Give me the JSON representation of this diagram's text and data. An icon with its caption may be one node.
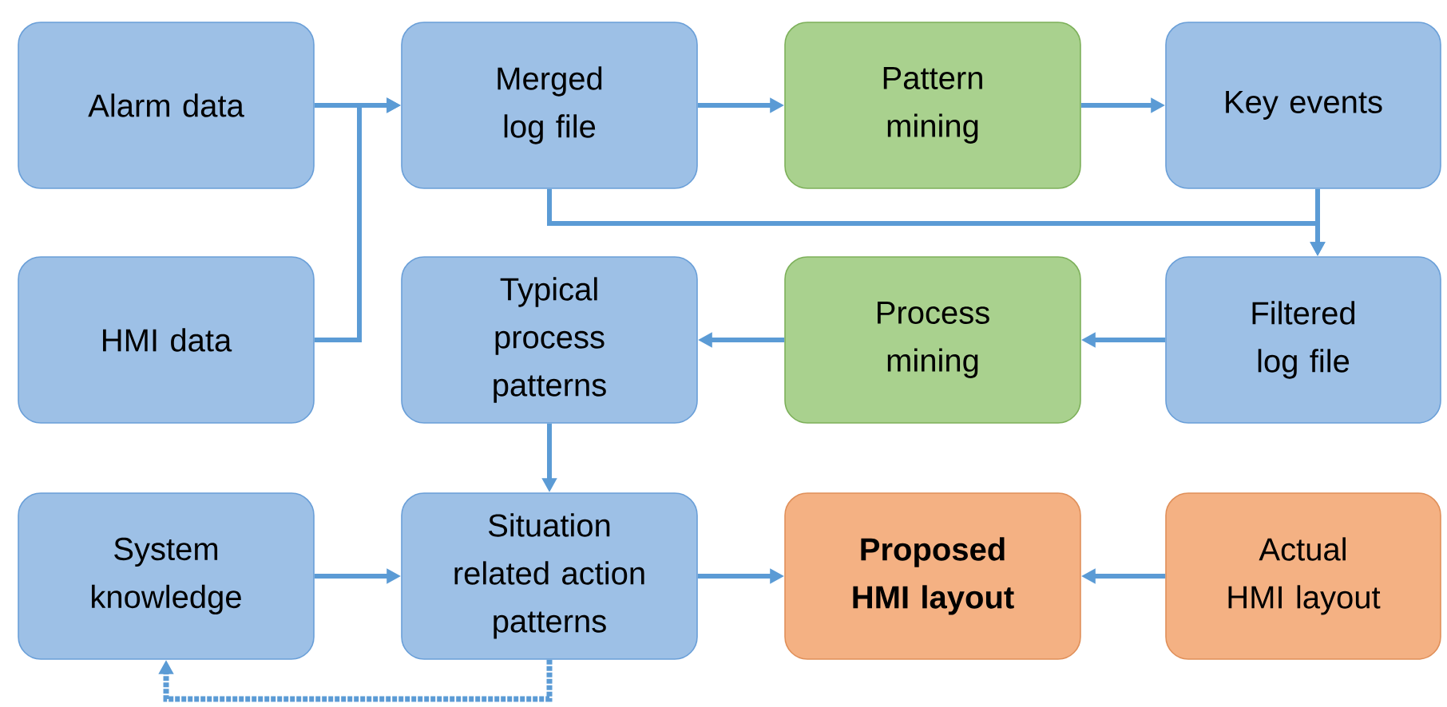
{
  "diagram": {
    "nodes": [
      {
        "text": [
          "Alarm data"
        ]
      },
      {
        "text": [
          "Merged log file"
        ]
      },
      {
        "text": [
          "Pattern mining"
        ]
      },
      {
        "text": [
          "Key events"
        ]
      },
      {
        "text": [
          "HMI data"
        ]
      },
      {
        "text": [
          "Typical process patterns"
        ]
      },
      {
        "text": [
          "Process mining"
        ]
      },
      {
        "text": [
          "Filtered log file"
        ]
      },
      {
        "text": [
          "System knowledge"
        ]
      },
      {
        "text": [
          "Situation related action patterns"
        ]
      },
      {
        "text": [
          "Proposed HMI layout"
        ]
      },
      {
        "text": [
          "Actual HMI layout"
        ]
      }
    ],
    "edges": [
      {
        "from": 0,
        "to": 1,
        "arrow": "to"
      },
      {
        "from": 4,
        "to": 1,
        "arrow": "to"
      },
      {
        "from": 1,
        "to": 2,
        "arrow": "to"
      },
      {
        "from": 2,
        "to": 3,
        "arrow": "to"
      },
      {
        "from": 1,
        "to": 7,
        "arrow": "to"
      },
      {
        "from": 3,
        "to": 7,
        "arrow": "to"
      },
      {
        "from": 7,
        "to": 6,
        "arrow": "to"
      },
      {
        "from": 6,
        "to": 5,
        "arrow": "to"
      },
      {
        "from": 5,
        "to": 9,
        "arrow": "to"
      },
      {
        "from": 8,
        "to": 9,
        "arrow": "to"
      },
      {
        "from": 9,
        "to": 10,
        "arrow": "to"
      },
      {
        "from": 11,
        "to": 10,
        "arrow": "to"
      },
      {
        "from": 9,
        "to": 8,
        "arrow": "to",
        "style": "dashed"
      }
    ]
  }
}
